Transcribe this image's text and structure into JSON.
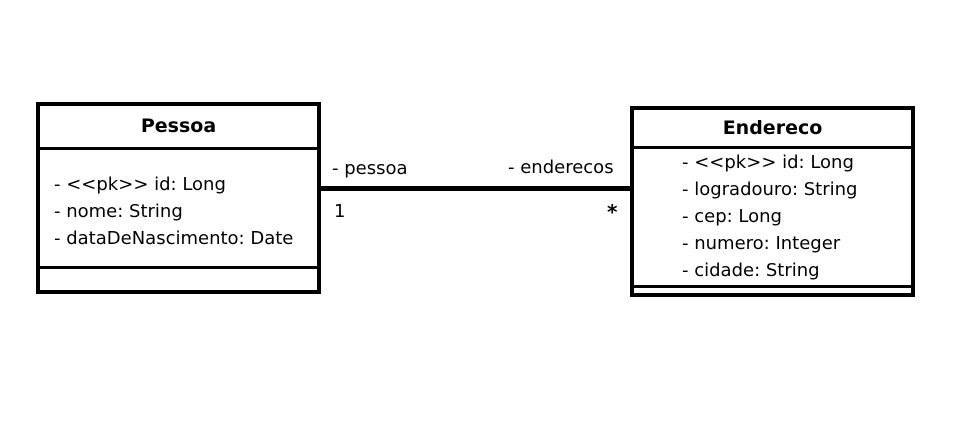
{
  "diagram": {
    "classes": [
      {
        "name": "Pessoa",
        "attributes": [
          "- <<pk>> id: Long",
          "- nome: String",
          "- dataDeNascimento: Date"
        ],
        "methods": []
      },
      {
        "name": "Endereco",
        "attributes": [
          "- <<pk>> id: Long",
          "- logradouro: String",
          "- cep: Long",
          "- numero: Integer",
          "- cidade: String"
        ],
        "methods": []
      }
    ],
    "association": {
      "source_role": "- pessoa",
      "source_multiplicity": "1",
      "target_role": "- enderecos",
      "target_multiplicity": "*"
    },
    "colors": {
      "stroke": "#000000",
      "background": "#ffffff"
    }
  }
}
